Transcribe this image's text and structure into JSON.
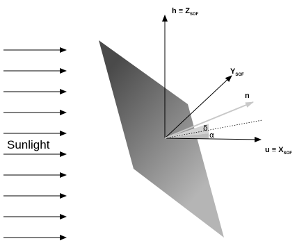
{
  "diagram": {
    "sunlight_label": "Sunlight",
    "axes": {
      "h": {
        "main": "h ≡ Z",
        "sub": "SOF"
      },
      "y": {
        "main": "Y",
        "sub": "SOF"
      },
      "u": {
        "main": "u ≡ X",
        "sub": "SOF"
      }
    },
    "normal_label": "n",
    "angle_delta_label": "δ",
    "angle_alpha_label": "α",
    "sun_ray_count": 10,
    "colors": {
      "plate_dark": "#4a4a4a",
      "plate_light": "#b5b5b5",
      "wedge": "#bdbdbd",
      "axis": "#000000",
      "normal_arrow": "#c8c8c8"
    }
  }
}
